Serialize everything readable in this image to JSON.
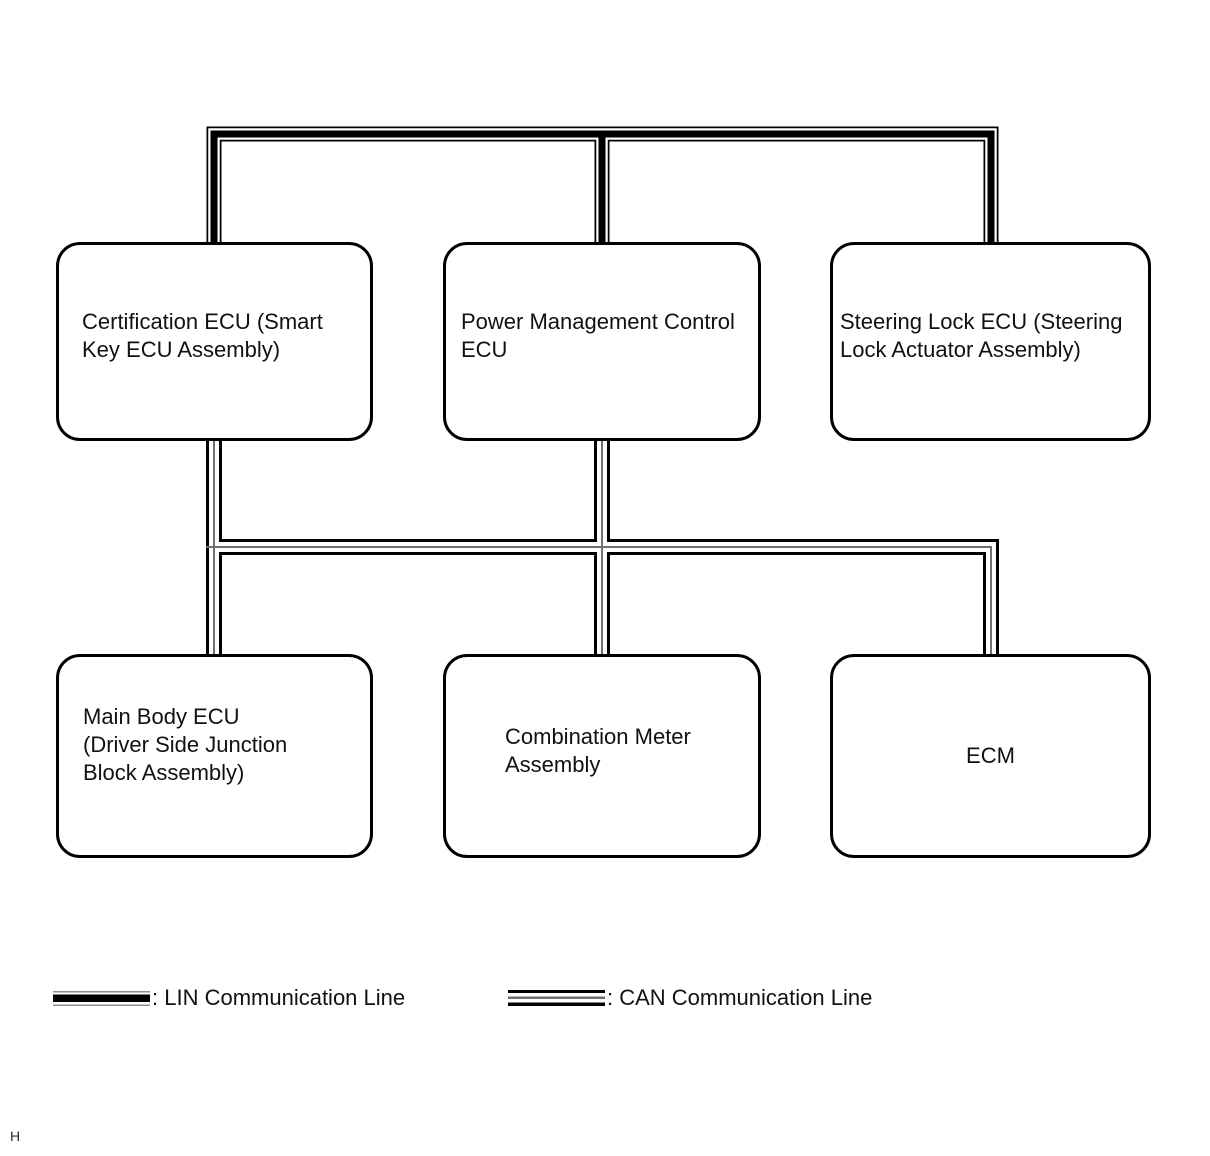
{
  "boxes": {
    "certification": {
      "label": "Certification ECU (Smart\nKey ECU Assembly)"
    },
    "power_management": {
      "label": "Power Management Control\nECU"
    },
    "steering_lock": {
      "label": "Steering Lock ECU (Steering\nLock Actuator Assembly)"
    },
    "main_body": {
      "label": "Main Body ECU\n(Driver Side Junction\nBlock Assembly)"
    },
    "combination_meter": {
      "label": "Combination Meter\nAssembly"
    },
    "ecm": {
      "label": "ECM"
    }
  },
  "legend": {
    "lin": {
      "label": ": LIN Communication Line"
    },
    "can": {
      "label": ": CAN Communication Line"
    }
  },
  "footer": {
    "mark": "H"
  },
  "buses": [
    {
      "type": "LIN",
      "members": [
        "certification-ecu",
        "power-management-control-ecu",
        "steering-lock-ecu"
      ]
    },
    {
      "type": "CAN",
      "members": [
        "certification-ecu",
        "power-management-control-ecu",
        "main-body-ecu",
        "combination-meter-assembly",
        "ecm"
      ]
    }
  ],
  "colors": {
    "line": "#000000",
    "can_core": "#707070",
    "lin_edge": "#909090",
    "background": "#ffffff"
  }
}
